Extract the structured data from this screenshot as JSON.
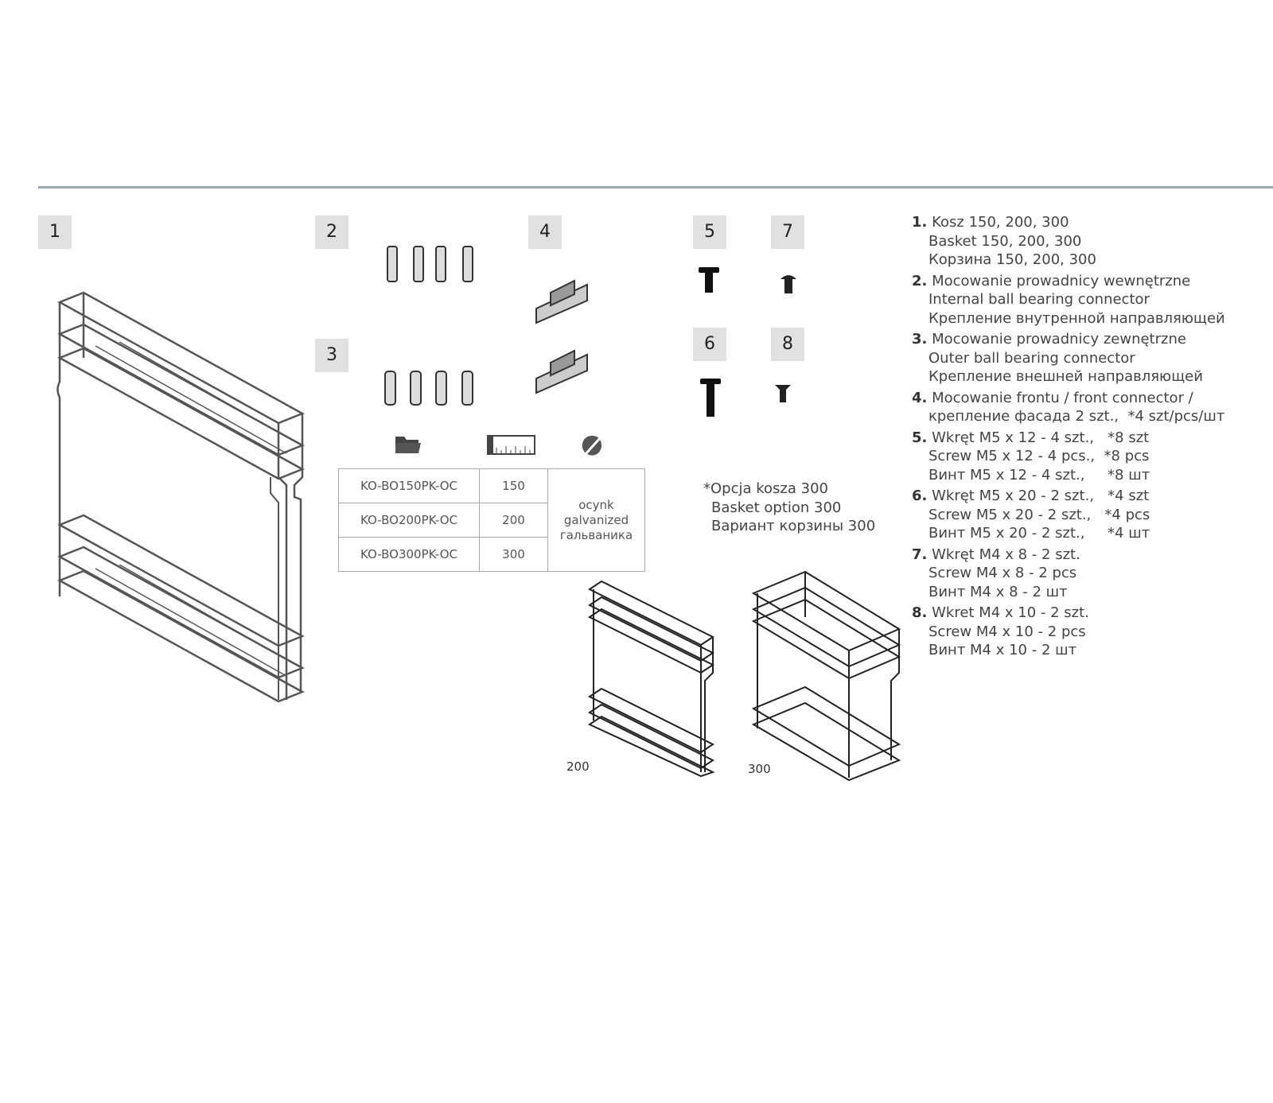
{
  "badges": [
    "1",
    "2",
    "3",
    "4",
    "5",
    "6",
    "7",
    "8"
  ],
  "icons": [
    "folder-icon",
    "ruler-icon",
    "palette-icon"
  ],
  "table": {
    "rows": [
      {
        "code": "KO-BO150PK-OC",
        "size": "150"
      },
      {
        "code": "KO-BO200PK-OC",
        "size": "200"
      },
      {
        "code": "KO-BO300PK-OC",
        "size": "300"
      }
    ],
    "finish": [
      "ocynk",
      "galvanized",
      "гальваника"
    ]
  },
  "note": [
    "*Opcja kosza 300",
    "Basket option 300",
    "Вариант корзины 300"
  ],
  "captions": {
    "basket_200": "200",
    "basket_300": "300"
  },
  "parts": [
    {
      "num": "1.",
      "lines": [
        "Kosz 150, 200, 300",
        "Basket 150, 200, 300",
        "Корзина 150, 200, 300"
      ]
    },
    {
      "num": "2.",
      "lines": [
        "Mocowanie prowadnicy wewnętrzne",
        "Internal ball bearing connector",
        "Крепление внутренной направляющей"
      ]
    },
    {
      "num": "3.",
      "lines": [
        "Mocowanie prowadnicy zewnętrzne",
        "Outer ball bearing connector",
        "Крепление внешней направляющей"
      ]
    },
    {
      "num": "4.",
      "lines": [
        "Mocowanie frontu / front connector /",
        "крепление фасада 2 szt.,  *4 szt/pcs/шт"
      ]
    },
    {
      "num": "5.",
      "lines": [
        "Wkręt M5 x 12 - 4 szt.,   *8 szt",
        "Screw M5 x 12 - 4 pcs.,  *8 pcs",
        "Винт M5 x 12 - 4 szt.,     *8 шт"
      ]
    },
    {
      "num": "6.",
      "lines": [
        "Wkręt M5 x 20 - 2 szt.,   *4 szt",
        "Screw M5 x 20 - 2 szt.,   *4 pcs",
        "Винт M5 x 20 - 2 szt.,     *4 шт"
      ]
    },
    {
      "num": "7.",
      "lines": [
        "Wkręt M4 x 8 - 2 szt.",
        "Screw M4 x 8 - 2 pcs",
        "Винт M4 x 8 - 2 шт"
      ]
    },
    {
      "num": "8.",
      "lines": [
        "Wkret M4 x 10 - 2 szt.",
        "Screw M4 x 10 - 2 pcs",
        "Винт M4 x 10 - 2 шт"
      ]
    }
  ]
}
